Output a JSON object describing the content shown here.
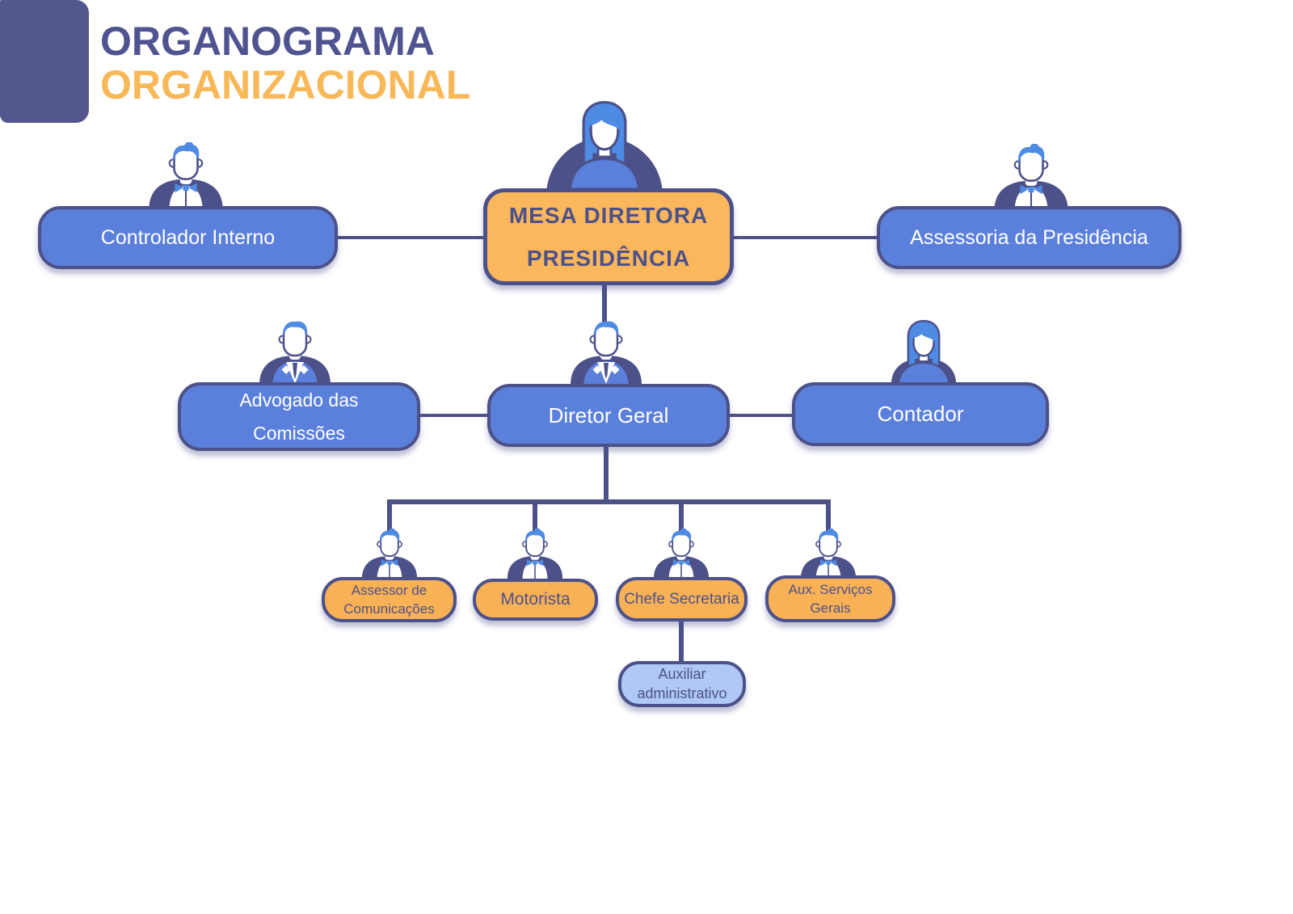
{
  "title": {
    "line1": "ORGANOGRAMA",
    "line2": "ORGANIZACIONAL"
  },
  "colors": {
    "ink": "#4d5189",
    "blue": "#5b80db",
    "orange": "#fbb75c",
    "orange_deep": "#f9b156",
    "light_blue": "#afc8f6",
    "hair_blue": "#4e8be4",
    "title_purple": "#4f5490",
    "title_orange": "#f9b858"
  },
  "nodes": {
    "mesa": {
      "line1": "MESA DIRETORA",
      "line2": "PRESIDÊNCIA",
      "level": 1,
      "color": "orange",
      "avatar": "woman"
    },
    "controlador": {
      "label": "Controlador Interno",
      "level": 1,
      "color": "blue",
      "avatar": "man-bowtie",
      "reports_to": "mesa"
    },
    "assessoria": {
      "label": "Assessoria da Presidência",
      "level": 1,
      "color": "blue",
      "avatar": "man-bowtie",
      "reports_to": "mesa"
    },
    "advogado": {
      "line1": "Advogado das",
      "line2": "Comissões",
      "level": 2,
      "color": "blue",
      "avatar": "man-suit",
      "reports_to": "diretor"
    },
    "diretor": {
      "label": "Diretor Geral",
      "level": 2,
      "color": "blue",
      "avatar": "man-suit",
      "reports_to": "mesa"
    },
    "contador": {
      "label": "Contador",
      "level": 2,
      "color": "blue",
      "avatar": "woman",
      "reports_to": "diretor"
    },
    "assessor_com": {
      "line1": "Assessor de",
      "line2": "Comunicações",
      "level": 3,
      "color": "orange",
      "avatar": "man-bowtie",
      "reports_to": "diretor"
    },
    "motorista": {
      "label": "Motorista",
      "level": 3,
      "color": "orange",
      "avatar": "man-bowtie",
      "reports_to": "diretor"
    },
    "chefe": {
      "label": "Chefe Secretaria",
      "level": 3,
      "color": "orange",
      "avatar": "man-bowtie",
      "reports_to": "diretor"
    },
    "aux_serv": {
      "line1": "Aux. Serviços",
      "line2": "Gerais",
      "level": 3,
      "color": "orange",
      "avatar": "man-bowtie",
      "reports_to": "diretor"
    },
    "aux_adm": {
      "line1": "Auxiliar",
      "line2": "administrativo",
      "level": 4,
      "color": "light_blue",
      "reports_to": "chefe"
    }
  }
}
